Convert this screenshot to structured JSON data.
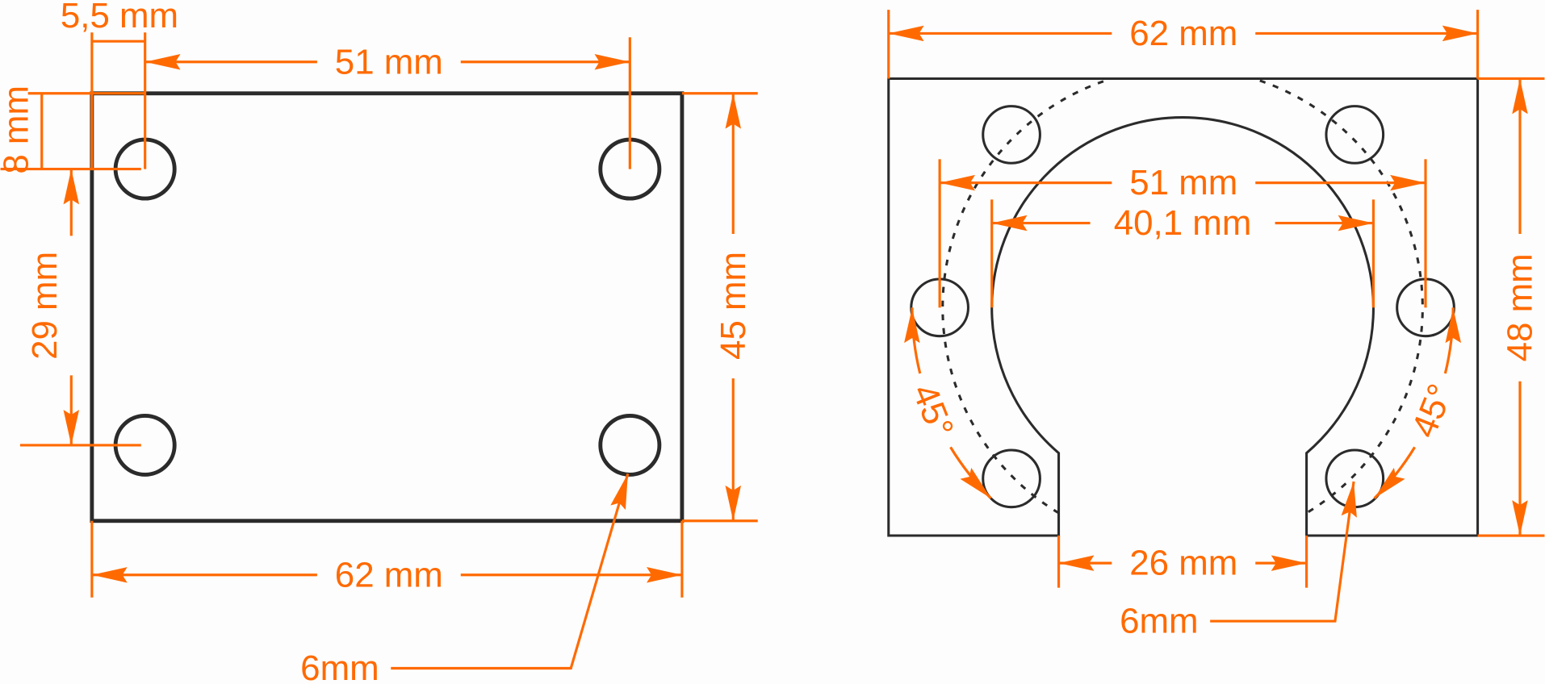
{
  "colors": {
    "dimension": "#ff6a00",
    "part": "#2b2b2b"
  },
  "left_plate": {
    "hole_spacing_x": "51 mm",
    "hole_offset_x": "5,5 mm",
    "hole_offset_y": "8 mm",
    "hole_spacing_y": "29 mm",
    "height": "45 mm",
    "width": "62 mm",
    "hole_diameter": "6mm"
  },
  "right_plate": {
    "width": "62 mm",
    "height": "48 mm",
    "hole_circle_diameter": "51 mm",
    "bore_diameter": "40,1 mm",
    "slot_width": "26 mm",
    "angle_left": "45°",
    "angle_right": "45°",
    "hole_diameter": "6mm"
  }
}
